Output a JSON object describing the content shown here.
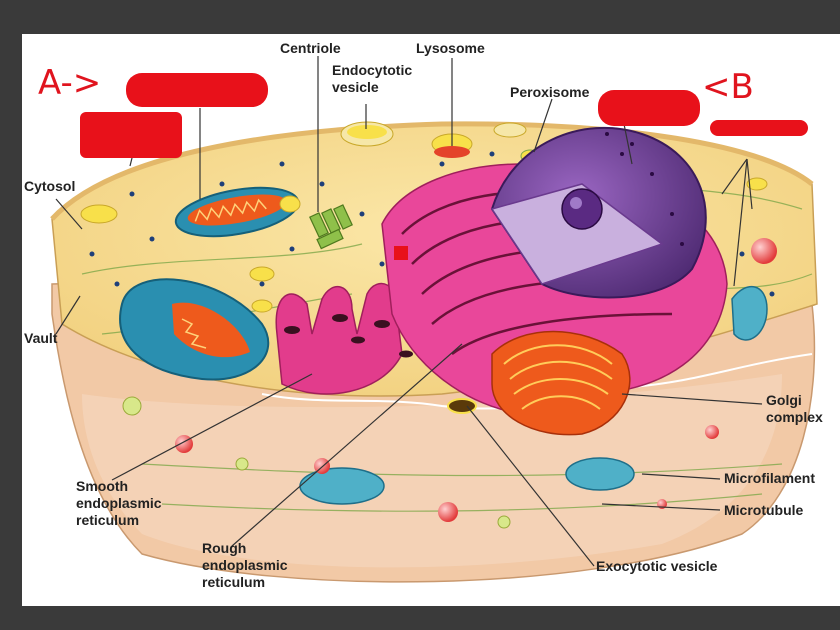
{
  "labels": {
    "centriole": "Centriole",
    "lysosome": "Lysosome",
    "endocytotic_vesicle": "Endocytotic\nvesicle",
    "peroxisome": "Peroxisome",
    "cytosol": "Cytosol",
    "vault": "Vault",
    "golgi_complex": "Golgi\ncomplex",
    "microfilament": "Microfilament",
    "microtubule": "Microtubule",
    "smooth_er": "Smooth\nendoplasmic\nreticulum",
    "rough_er": "Rough\nendoplasmic\nreticulum",
    "exocytotic_vesicle": "Exocytotic vesicle"
  },
  "annotations": {
    "marker_a": "A->",
    "marker_b": "<B"
  },
  "colors": {
    "redaction": "#e8111a",
    "cytoplasm": "#f6d98c",
    "cell_base": "#f2c9a6",
    "er_pink": "#e23c8c",
    "nucleus_purple": "#6a3a8e",
    "mitochondria_blue": "#2a8fb0",
    "golgi_orange": "#ee5a1c"
  }
}
